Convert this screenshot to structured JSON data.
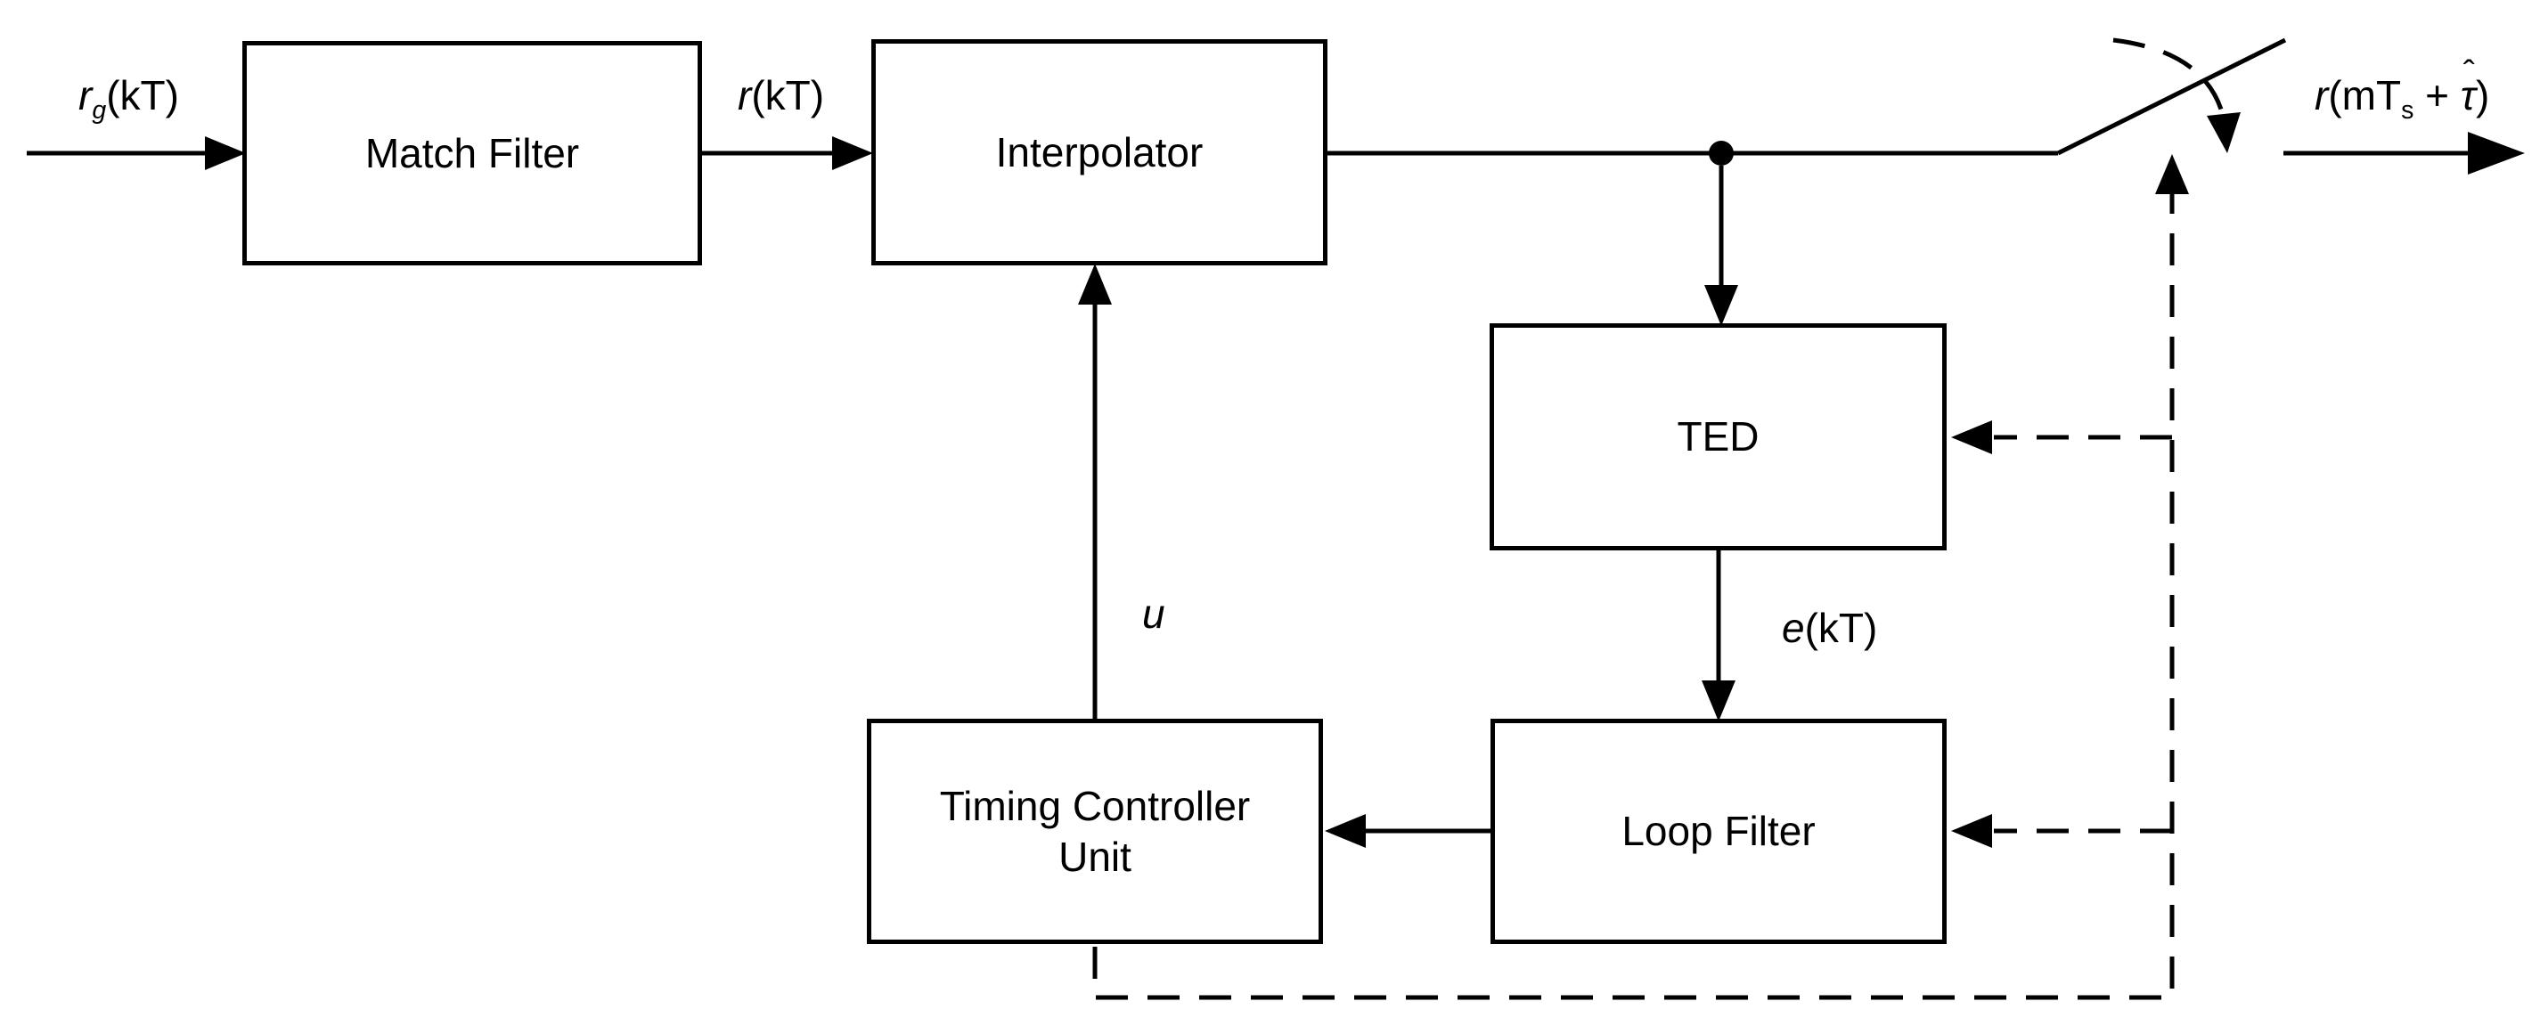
{
  "diagram": {
    "background": "#ffffff",
    "stroke_color": "#000000",
    "blocks": {
      "match_filter": {
        "label": "Match Filter"
      },
      "interpolator": {
        "label": "Interpolator"
      },
      "ted": {
        "label": "TED"
      },
      "loop_filter": {
        "label": "Loop Filter"
      },
      "timing_controller_unit": {
        "line1": "Timing Controller",
        "line2": "Unit"
      }
    },
    "labels": {
      "input": {
        "var": "r",
        "sub": "g",
        "rest": "(kT)"
      },
      "matched": {
        "var": "r",
        "rest": "(kT)"
      },
      "error": {
        "var": "e",
        "rest": "(kT)"
      },
      "control": {
        "var": "u"
      },
      "output": {
        "var": "r",
        "open": "(mT",
        "sub": "s",
        "plus": " + ",
        "hat": "ˆ",
        "tau": "τ",
        "close": ")"
      }
    }
  }
}
